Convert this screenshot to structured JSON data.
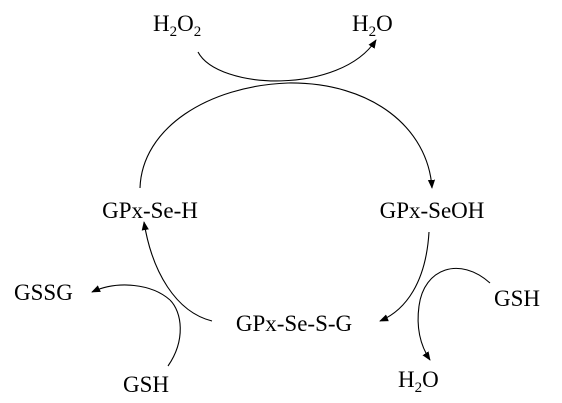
{
  "diagram": {
    "type": "catalytic-cycle",
    "nodes": {
      "reduced": "GPx-Se-H",
      "sulfenic": "GPx-SeOH",
      "selenenyl_sulfide": "GPx-Se-S-G"
    },
    "top_step": {
      "reactant": {
        "main": "H",
        "sub1": "2",
        "mid": "O",
        "sub2": "2"
      },
      "product": {
        "main": "H",
        "sub": "2",
        "tail": "O"
      }
    },
    "right_step": {
      "input": "GSH",
      "product": {
        "main": "H",
        "sub": "2",
        "tail": "O"
      }
    },
    "left_step": {
      "input": "GSH",
      "product": "GSSG"
    },
    "colors": {
      "ink": "#000000",
      "background": "#ffffff"
    }
  }
}
